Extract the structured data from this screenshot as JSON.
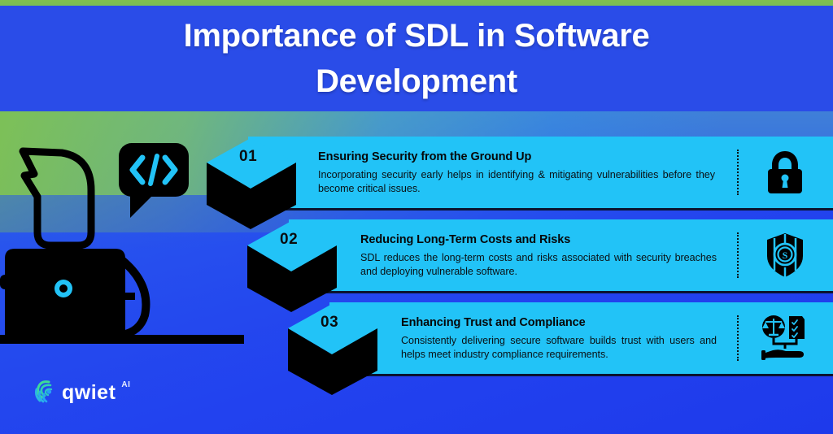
{
  "header": {
    "title_line_1": "Importance of SDL in Software",
    "title_line_2": "Development",
    "banner_color": "#2a4ce8",
    "title_color": "#ffffff"
  },
  "theme": {
    "card_color": "#22c3f7",
    "cube_top_color": "#22c3f7",
    "cube_side_color": "#000000",
    "background_top": "#7fc04d",
    "background_bottom": "#2242ef",
    "text_color": "#06080a",
    "logo_accent": "#2ad1c0"
  },
  "illustration": {
    "name": "developer-at-laptop-illustration",
    "speech_bubble_text": "</>",
    "elements": [
      "person-silhouette",
      "laptop",
      "code-speech-bubble",
      "desk-line"
    ]
  },
  "cards": [
    {
      "number": "01",
      "title": "Ensuring Security from the Ground Up",
      "body": "Incorporating security early helps in identifying & mitigating vulnerabilities before they become critical issues.",
      "icon": "padlock-icon"
    },
    {
      "number": "02",
      "title": "Reducing Long-Term Costs and Risks",
      "body": "SDL reduces the long-term costs and risks associated with security breaches and deploying vulnerable software.",
      "icon": "shield-dollar-icon"
    },
    {
      "number": "03",
      "title": "Enhancing Trust and Compliance",
      "body": "Consistently delivering secure software builds trust with users and helps meet industry compliance requirements.",
      "icon": "scales-checklist-hand-icon"
    }
  ],
  "logo": {
    "wordmark": "qwiet",
    "suffix": "AI",
    "mark": "spiral-shell-icon"
  }
}
